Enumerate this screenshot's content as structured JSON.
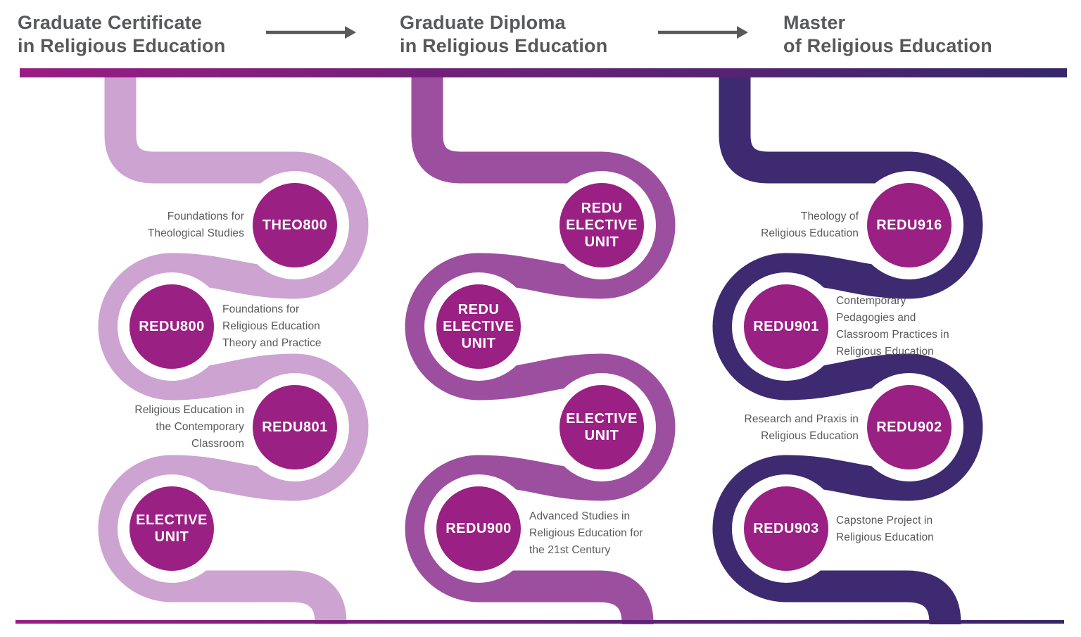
{
  "palette": {
    "text_gray": "#58595B",
    "circle_fill": "#9A2083",
    "band1": "#CDA3D1",
    "band2": "#9C4F9F",
    "band3": "#3D2A71",
    "bar_left": "#9A1C85",
    "bar_right": "#352769"
  },
  "headers": [
    {
      "line1": "Graduate Certificate",
      "line2": "in Religious Education"
    },
    {
      "line1": "Graduate Diploma",
      "line2": "in Religious Education"
    },
    {
      "line1": "Master",
      "line2": "of Religious Education"
    }
  ],
  "columns": [
    {
      "title": "Graduate Certificate in Religious Education",
      "nodes": [
        {
          "code_lines": [
            "THEO800"
          ],
          "label_lines": [
            "Foundations for",
            "Theological Studies"
          ]
        },
        {
          "code_lines": [
            "REDU800"
          ],
          "label_lines": [
            "Foundations for",
            "Religious Education",
            "Theory and Practice"
          ]
        },
        {
          "code_lines": [
            "REDU801"
          ],
          "label_lines": [
            "Religious Education in",
            "the Contemporary",
            "Classroom"
          ]
        },
        {
          "code_lines": [
            "ELECTIVE",
            "UNIT"
          ],
          "label_lines": []
        }
      ]
    },
    {
      "title": "Graduate Diploma in Religious Education",
      "nodes": [
        {
          "code_lines": [
            "REDU",
            "ELECTIVE",
            "UNIT"
          ],
          "label_lines": []
        },
        {
          "code_lines": [
            "REDU",
            "ELECTIVE",
            "UNIT"
          ],
          "label_lines": []
        },
        {
          "code_lines": [
            "ELECTIVE",
            "UNIT"
          ],
          "label_lines": []
        },
        {
          "code_lines": [
            "REDU900"
          ],
          "label_lines": [
            "Advanced Studies in",
            "Religious Education for",
            "the 21st Century"
          ]
        }
      ]
    },
    {
      "title": "Master of Religious Education",
      "nodes": [
        {
          "code_lines": [
            "REDU916"
          ],
          "label_lines": [
            "Theology of",
            "Religious Education"
          ]
        },
        {
          "code_lines": [
            "REDU901"
          ],
          "label_lines": [
            "Contemporary",
            "Pedagogies and",
            "Classroom Practices in",
            "Religious Education"
          ]
        },
        {
          "code_lines": [
            "REDU902"
          ],
          "label_lines": [
            "Research and Praxis in",
            "Religious Education"
          ]
        },
        {
          "code_lines": [
            "REDU903"
          ],
          "label_lines": [
            "Capstone Project in",
            "Religious Education"
          ]
        }
      ]
    }
  ]
}
